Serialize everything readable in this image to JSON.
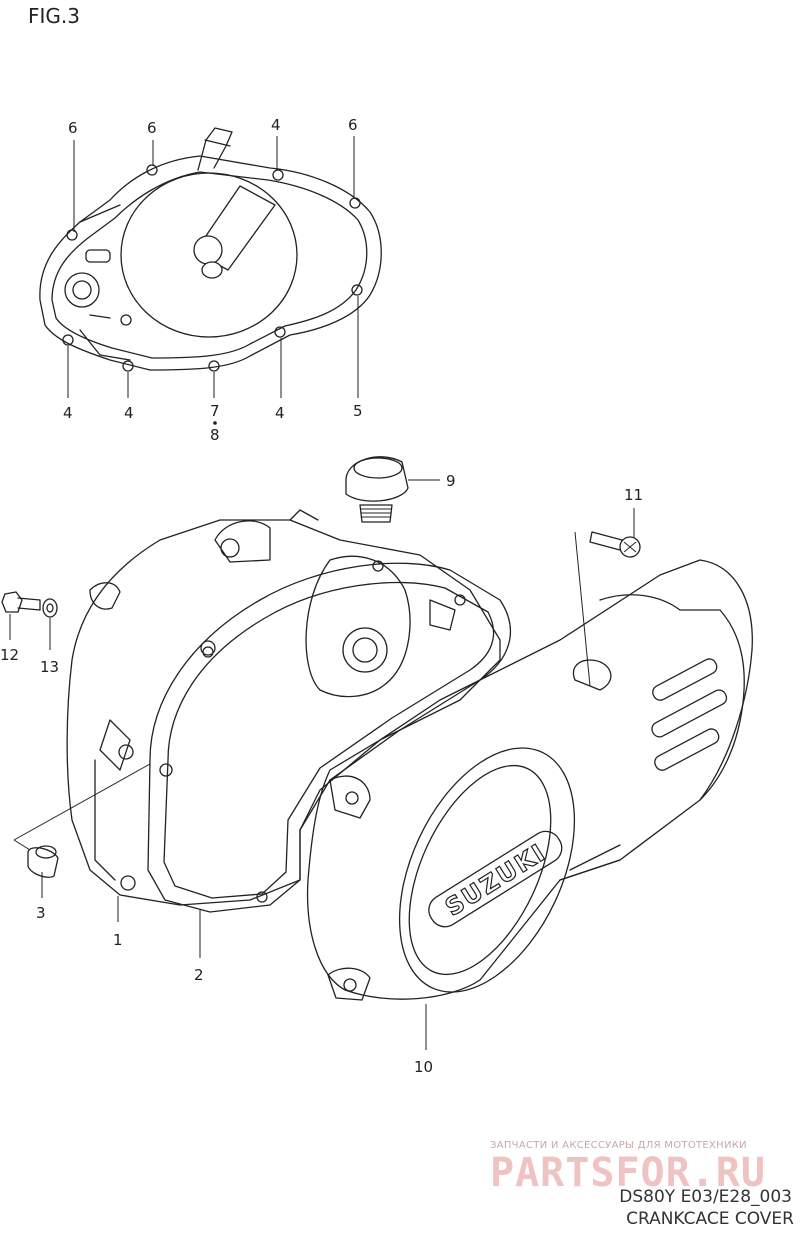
{
  "figure": {
    "title": "FIG.3"
  },
  "callouts": [
    {
      "id": "c-6a",
      "label": "6"
    },
    {
      "id": "c-6b",
      "label": "6"
    },
    {
      "id": "c-4a",
      "label": "4"
    },
    {
      "id": "c-6c",
      "label": "6"
    },
    {
      "id": "c-4b",
      "label": "4"
    },
    {
      "id": "c-4c",
      "label": "4"
    },
    {
      "id": "c-7",
      "label": "7"
    },
    {
      "id": "c-8",
      "label": "8"
    },
    {
      "id": "c-4d",
      "label": "4"
    },
    {
      "id": "c-5",
      "label": "5"
    },
    {
      "id": "c-9",
      "label": "9"
    },
    {
      "id": "c-11",
      "label": "11"
    },
    {
      "id": "c-12",
      "label": "12"
    },
    {
      "id": "c-13",
      "label": "13"
    },
    {
      "id": "c-3",
      "label": "3"
    },
    {
      "id": "c-1",
      "label": "1"
    },
    {
      "id": "c-2",
      "label": "2"
    },
    {
      "id": "c-10",
      "label": "10"
    }
  ],
  "cover_logo": "SUZUKI",
  "watermark": {
    "subtitle": "ЗАПЧАСТИ И АКСЕССУАРЫ ДЛЯ МОТОТЕХНИКИ",
    "brand": "PARTSFOR.RU"
  },
  "footer": {
    "model_code": "DS80Y E03/E28_003",
    "caption": "CRANKCACE COVER"
  },
  "colors": {
    "line": "#222222",
    "watermark": "#f0c3c3",
    "background": "#ffffff"
  }
}
